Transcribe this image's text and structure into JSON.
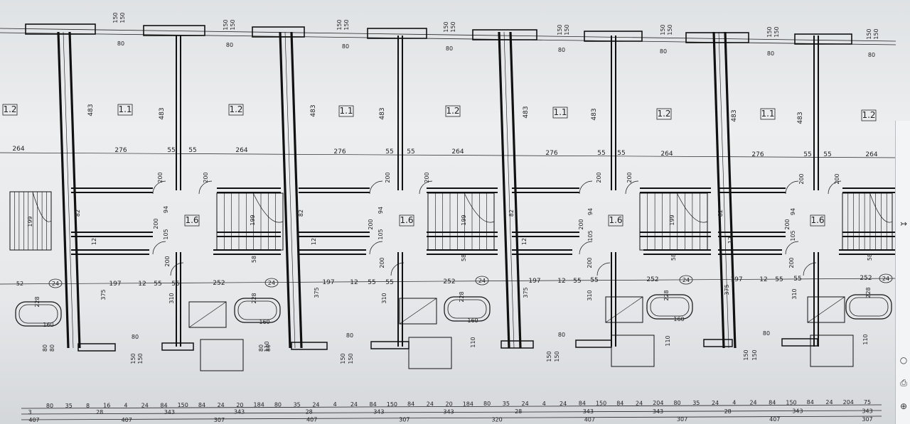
{
  "rooms": {
    "r11": "1.1",
    "r12": "1.2",
    "r16": "1.6"
  },
  "dims": {
    "d150": "150",
    "d80": "80",
    "d483": "483",
    "d276": "276",
    "d55": "55",
    "d264": "264",
    "d200": "200",
    "d12": "12",
    "d94": "94",
    "d105": "105",
    "d199": "199",
    "d82": "82",
    "d197": "197",
    "d252": "252",
    "d375": "375",
    "d310": "310",
    "d228": "228",
    "d160": "160",
    "d110": "110",
    "d24": "24",
    "d58": "58",
    "d52": "52"
  },
  "bottom_dims": {
    "row1": [
      "80",
      "35",
      "8",
      "16",
      "4",
      "24",
      "84",
      "150",
      "84",
      "24",
      "20",
      "184",
      "80",
      "35",
      "24",
      "4",
      "24",
      "84",
      "150",
      "84",
      "24",
      "20",
      "184",
      "80",
      "35",
      "24",
      "4",
      "24",
      "84",
      "150",
      "84",
      "24",
      "204",
      "80",
      "35",
      "24",
      "4",
      "24",
      "84",
      "150",
      "84",
      "24",
      "204",
      "75"
    ],
    "row2": [
      "3",
      "28",
      "343",
      "343",
      "28",
      "343",
      "343",
      "28",
      "343",
      "343",
      "28",
      "343",
      "343"
    ],
    "row3": [
      "407",
      "407",
      "307",
      "407",
      "307",
      "320",
      "407",
      "307",
      "407",
      "307"
    ]
  },
  "toolbar": {
    "arrow": "arrow-icon",
    "circle": "circle-icon",
    "print": "print-icon",
    "zoom": "zoom-in-icon"
  }
}
